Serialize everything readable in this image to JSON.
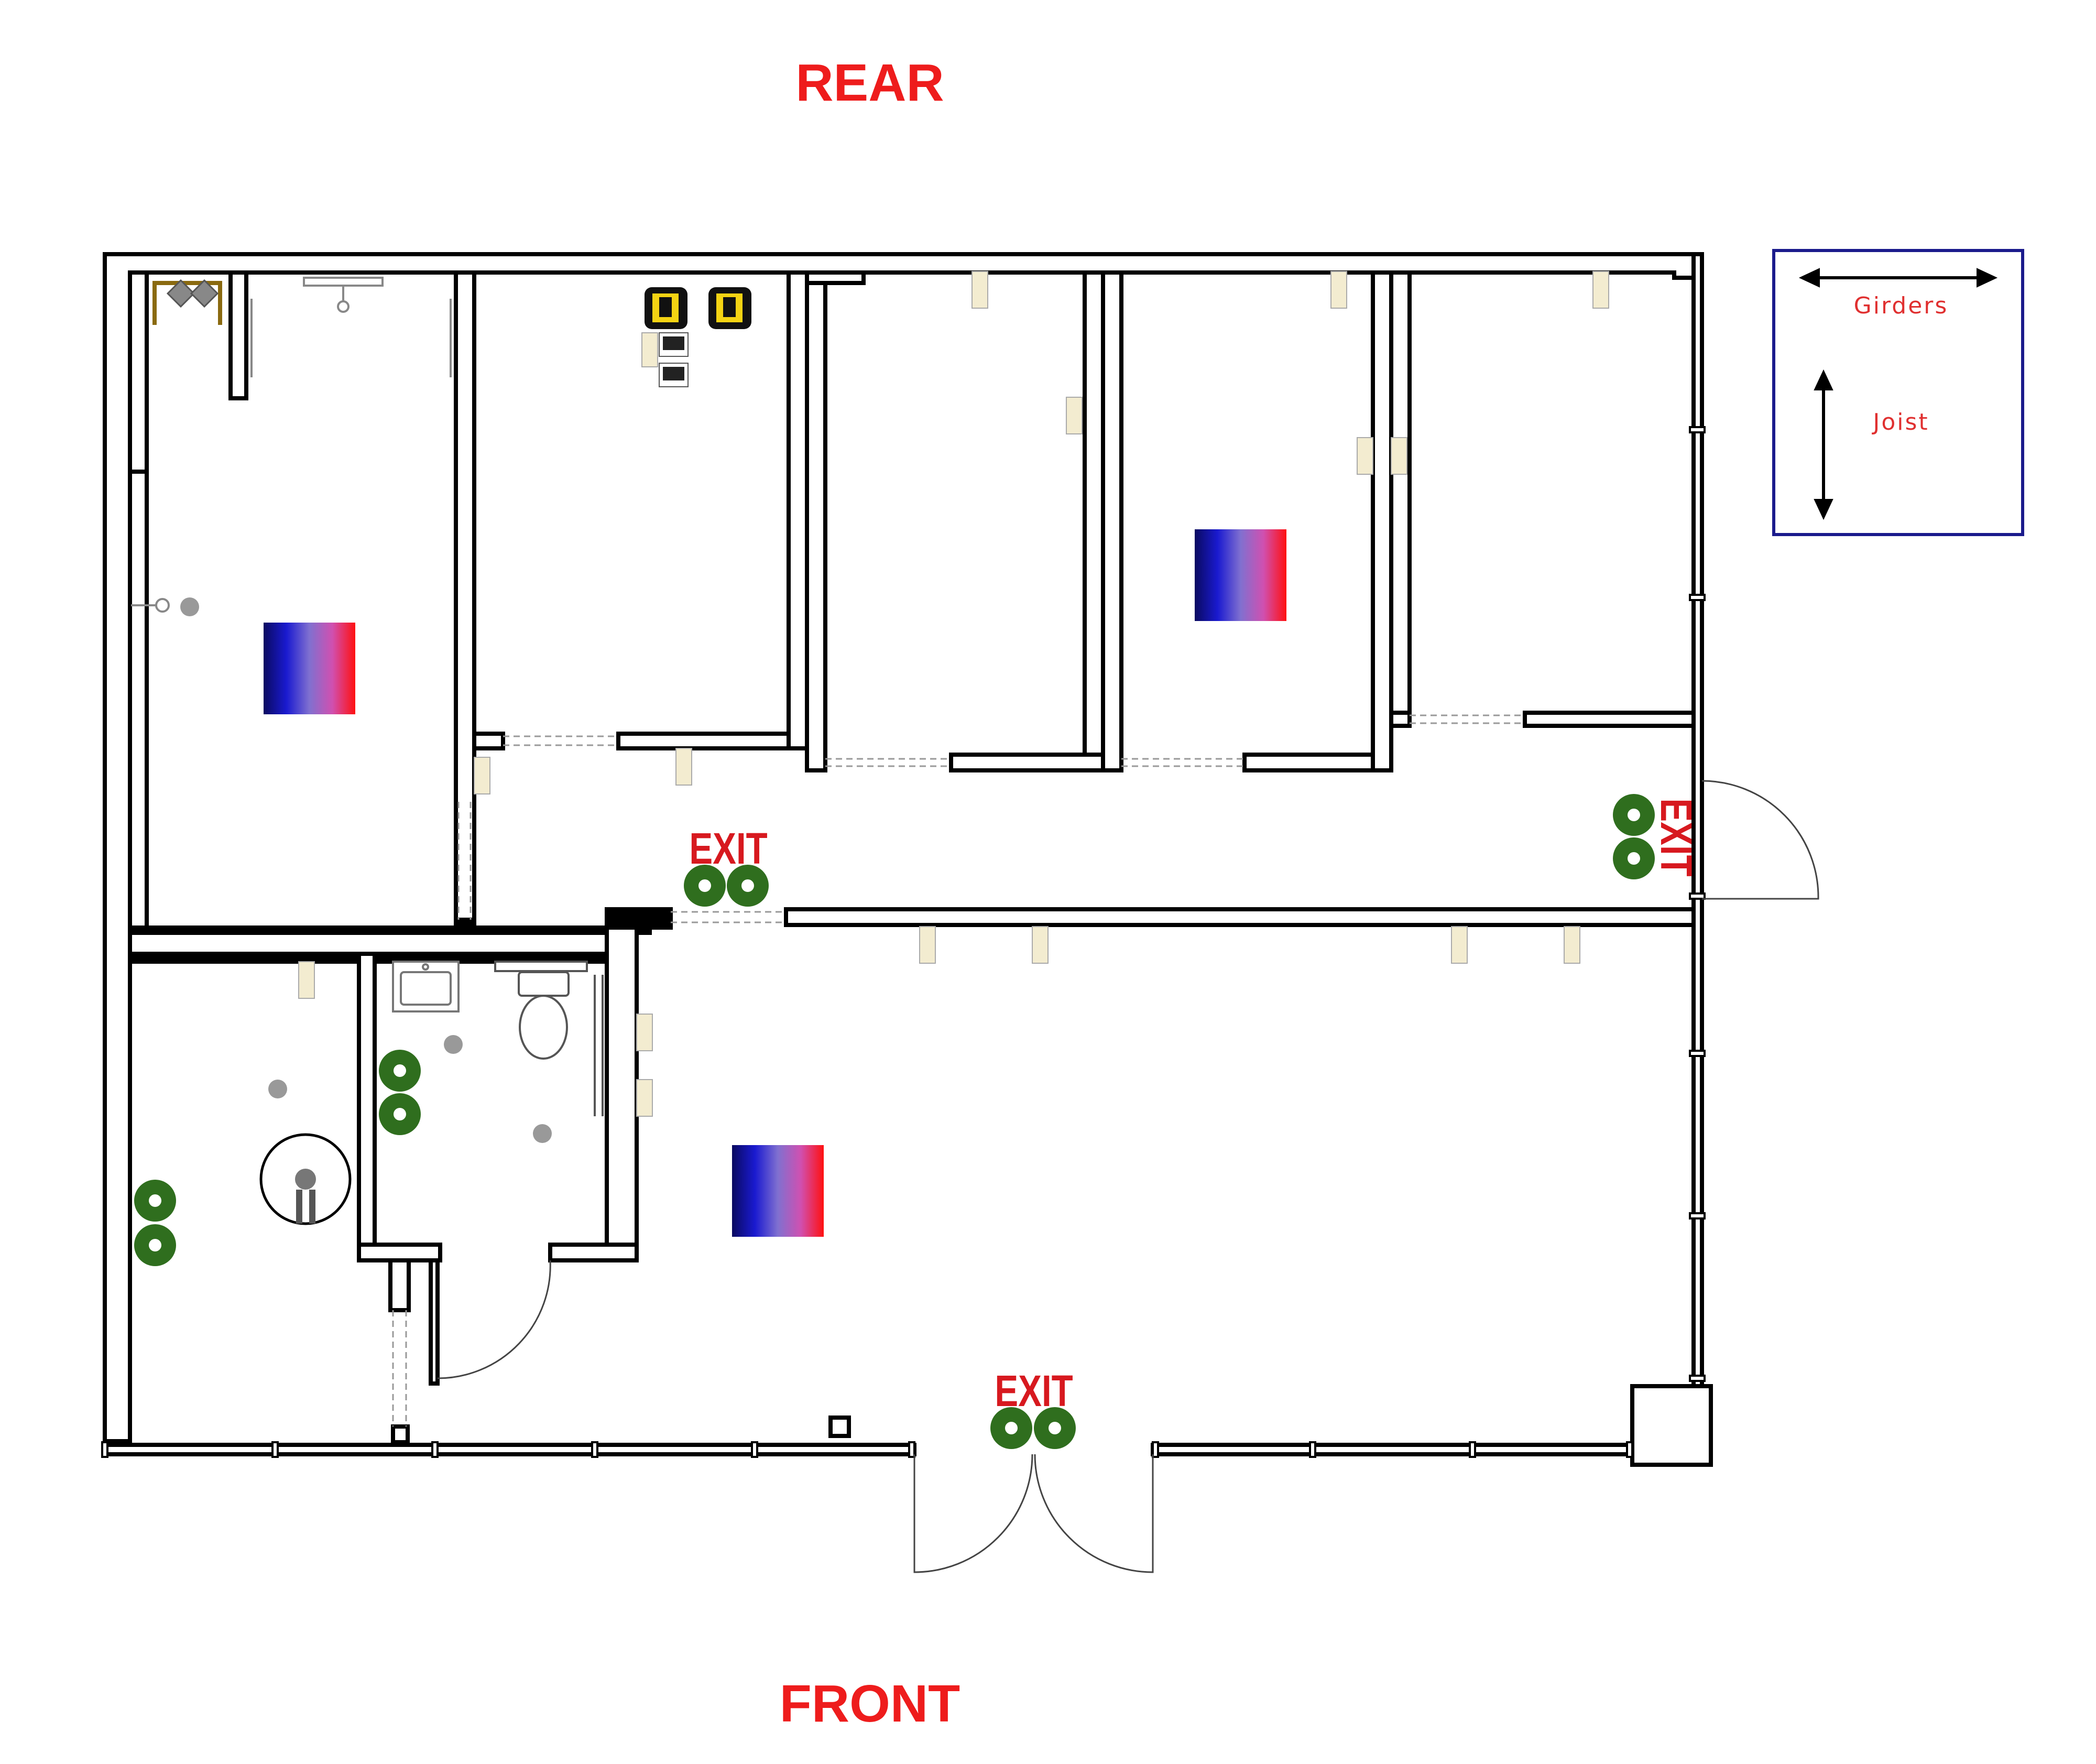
{
  "labels": {
    "rear": "REAR",
    "front": "FRONT",
    "exit": "EXIT"
  },
  "legend": {
    "girders": "Girders",
    "joist": "Joist"
  },
  "colors": {
    "label_red": "#ee1c1c",
    "exit_red": "#d7191f",
    "wall": "#000000",
    "detector_green": "#2f6e1e",
    "legend_blue": "#1b1b8c",
    "legend_text": "#e03030",
    "heater_gradient": [
      "#0a0a7a",
      "#1a1ad0",
      "#7a6ad8",
      "#c85cc0",
      "#ff1010"
    ],
    "fixture_gray": "#999999",
    "panel_yellow": "#f4d313"
  },
  "icons": [
    "outlet-icon",
    "smoke-detector-icon",
    "heater-icon",
    "electrical-panel-icon",
    "network-jack-icon",
    "sprinkler-icon",
    "toilet-icon",
    "sink-icon",
    "shower-icon",
    "water-heater-icon",
    "double-arrow-icon"
  ]
}
